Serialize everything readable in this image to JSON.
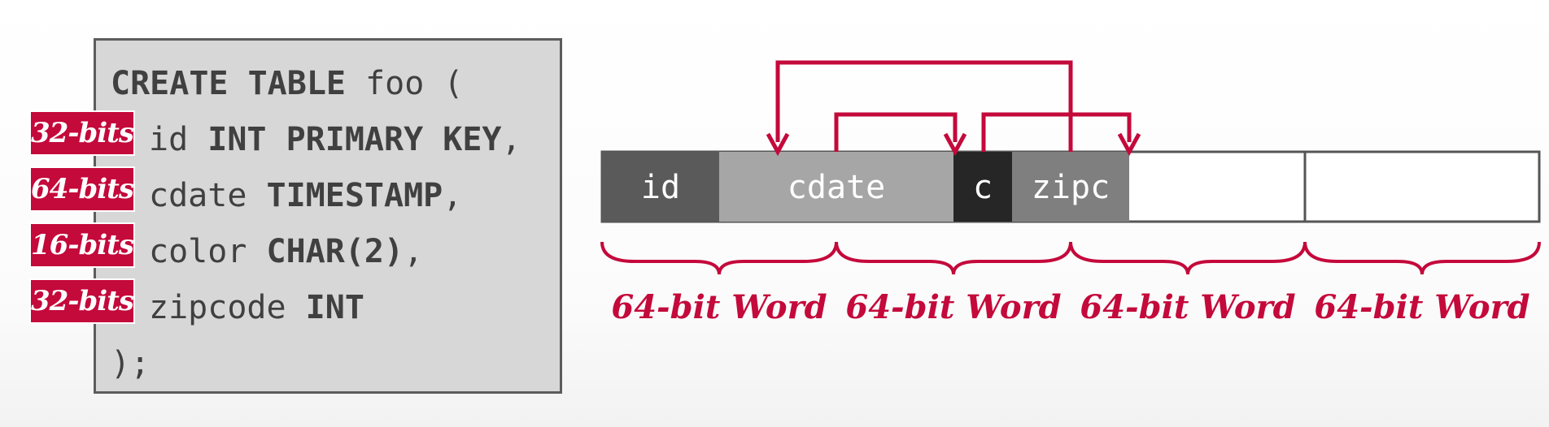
{
  "sql": {
    "line1": {
      "kw": "CREATE TABLE",
      "rest": " foo ("
    },
    "line2": {
      "pre": "id ",
      "kw": "INT PRIMARY KEY",
      "post": ","
    },
    "line3": {
      "pre": "cdate ",
      "kw": "TIMESTAMP",
      "post": ","
    },
    "line4": {
      "pre": "color ",
      "kw": "CHAR(2)",
      "post": ","
    },
    "line5": {
      "pre": "zipcode ",
      "kw": "INT",
      "post": ""
    },
    "line6": ");"
  },
  "badges": [
    "32-bits",
    "64-bits",
    "16-bits",
    "32-bits"
  ],
  "cells": [
    {
      "label": "id",
      "bits": 32,
      "color": "#5a5a5a"
    },
    {
      "label": "cdate",
      "bits": 64,
      "color": "#a6a6a6"
    },
    {
      "label": "c",
      "bits": 16,
      "color": "#262626"
    },
    {
      "label": "zipc",
      "bits": 32,
      "color": "#7f7f7f"
    }
  ],
  "word_label": "64-bit Word",
  "word_count": 4,
  "colors": {
    "accent": "#c4093b",
    "code_bg": "#d7d7d7"
  }
}
